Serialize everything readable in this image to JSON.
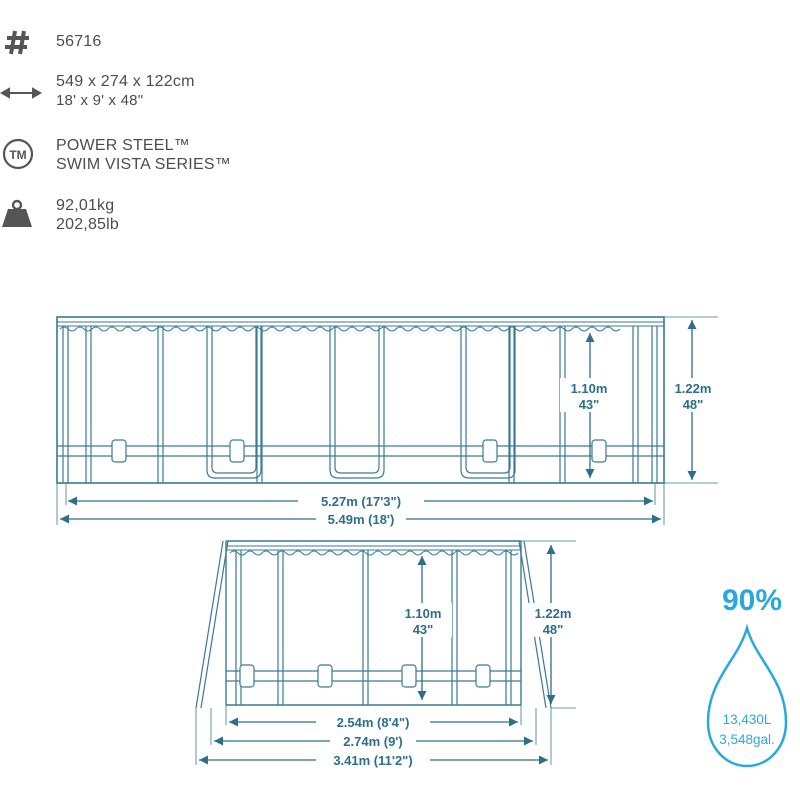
{
  "specs": {
    "model_number": "56716",
    "dimensions_metric": "549 x 274 x 122cm",
    "dimensions_imperial": "18' x 9' x 48\"",
    "brand_line1": "POWER STEEL™",
    "brand_line2": "SWIM VISTA SERIES™",
    "weight_kg": "92,01kg",
    "weight_lb": "202,85lb",
    "icons": [
      "hash-icon",
      "double-arrow-icon",
      "trademark-icon",
      "weight-icon"
    ]
  },
  "side_view": {
    "water_height_m": "1.10m",
    "water_height_in": "43\"",
    "wall_height_m": "1.22m",
    "wall_height_in": "48\"",
    "inner_length": "5.27m (17'3\")",
    "outer_length": "5.49m (18')"
  },
  "end_view": {
    "water_height_m": "1.10m",
    "water_height_in": "43\"",
    "wall_height_m": "1.22m",
    "wall_height_in": "48\"",
    "inner_width": "2.54m (8'4\")",
    "outer_width": "2.74m (9')",
    "leg_span": "3.41m (11'2\")"
  },
  "fill": {
    "percent": "90%",
    "volume_l": "13,430L",
    "volume_gal": "3,548gal."
  },
  "colors": {
    "line": "#3a7a94",
    "text": "#2d6e8a",
    "accent": "#29a8df",
    "spec_text": "#4d4d4d"
  }
}
